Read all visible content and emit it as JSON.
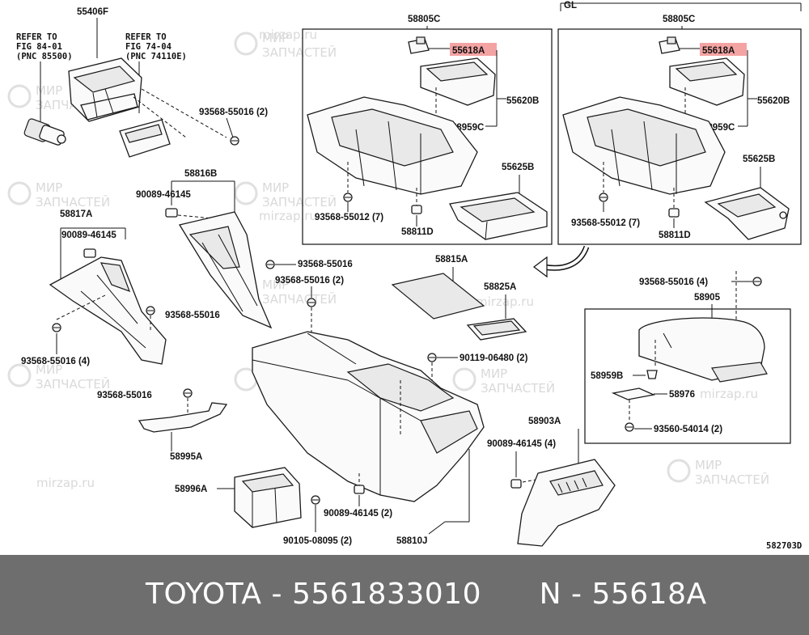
{
  "footer": {
    "brand": "TOYOTA",
    "sep": " - ",
    "part_number": "5561833010",
    "gap": "      ",
    "n_prefix": "N - ",
    "ref": "55618A"
  },
  "watermarks": [
    "МИР",
    "ЗАПЧАСТЕЙ",
    "mirzap.ru"
  ],
  "highlight_color": "#f4a3a3",
  "labels": {
    "p55406F": "55406F",
    "p58805C_l": "58805C",
    "p58805C_r": "58805C",
    "gl": "GL",
    "p55618A_l": "55618A",
    "p55618A_r": "55618A",
    "p55620B_l": "55620B",
    "p55620B_r": "55620B",
    "p58959C_l": "58959C",
    "p58959C_r": "58959C",
    "p55625B_l": "55625B",
    "p55625B_r": "55625B",
    "p93568_55012_l": "93568-55012 (7)",
    "p93568_55012_r": "93568-55012 (7)",
    "p58811D_l": "58811D",
    "p58811D_r": "58811D",
    "p93568_55016_2a": "93568-55016 (2)",
    "p58816B": "58816B",
    "p90089_46145_a": "90089-46145",
    "p58817A": "58817A",
    "p90089_46145_b": "90089-46145",
    "p93568_55016_a": "93568-55016",
    "p93568_55016_2b": "93568-55016 (2)",
    "p93568_55016_b": "93568-55016",
    "p93568_55016_4a": "93568-55016 (4)",
    "p93568_55016_c": "93568-55016",
    "p58995A": "58995A",
    "p58996A": "58996A",
    "p90105_08095": "90105-08095 (2)",
    "p90089_46145_2": "90089-46145 (2)",
    "p58810J": "58810J",
    "p58815A": "58815A",
    "p58825A": "58825A",
    "p90119_06480": "90119-06480 (2)",
    "p58903A": "58903A",
    "p90089_46145_4": "90089-46145 (4)",
    "p93568_55016_4b": "93568-55016 (4)",
    "p58905": "58905",
    "p58959B": "58959B",
    "p58976": "58976",
    "p93560_54014": "93560-54014 (2)",
    "fig_code": "582703D"
  },
  "notes": {
    "refer1_l1": "REFER TO",
    "refer1_l2": "FIG 84-01",
    "refer1_l3": "(PNC 85500)",
    "refer2_l1": "REFER TO",
    "refer2_l2": "FIG 74-04",
    "refer2_l3": "(PNC 74110E)"
  }
}
